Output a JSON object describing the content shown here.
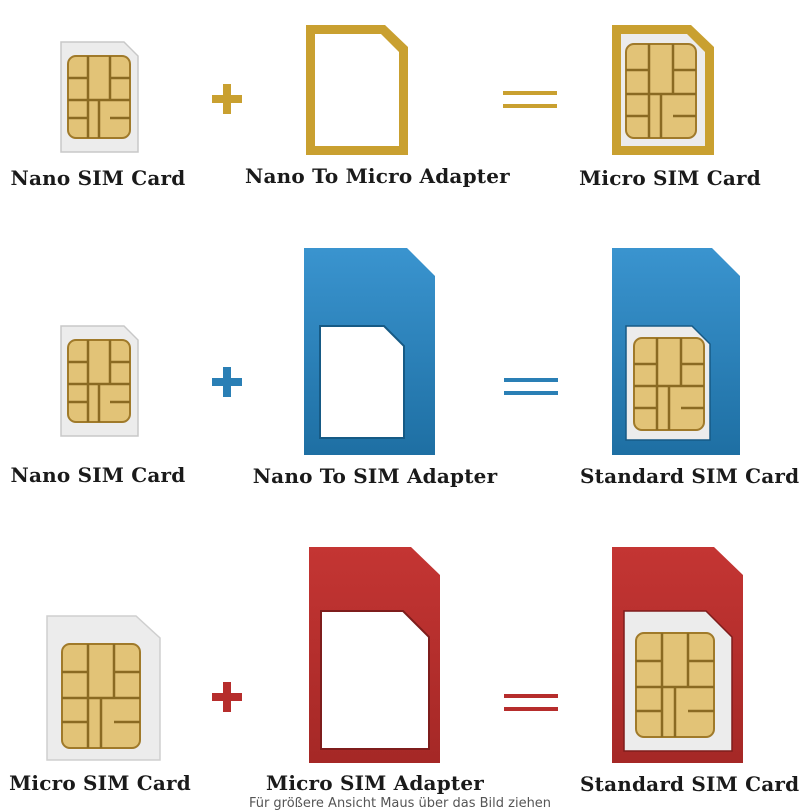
{
  "colors": {
    "gold": "#c9a030",
    "blue": "#2a7fb5",
    "red": "#b62d2c",
    "chip": "#e2c377",
    "white_card": "#ececec"
  },
  "rows": [
    {
      "left_label": "Nano SIM Card",
      "middle_label": "Nano To Micro Adapter",
      "right_label": "Micro SIM Card",
      "plus": "+",
      "equals": "="
    },
    {
      "left_label": "Nano SIM Card",
      "middle_label": "Nano To SIM Adapter",
      "right_label": "Standard SIM Card",
      "plus": "+",
      "equals": "="
    },
    {
      "left_label": "Micro SIM Card",
      "middle_label": "Micro SIM Adapter",
      "right_label": "Standard SIM Card",
      "plus": "+",
      "equals": "="
    }
  ],
  "caption": "Für größere Ansicht Maus über das Bild ziehen"
}
